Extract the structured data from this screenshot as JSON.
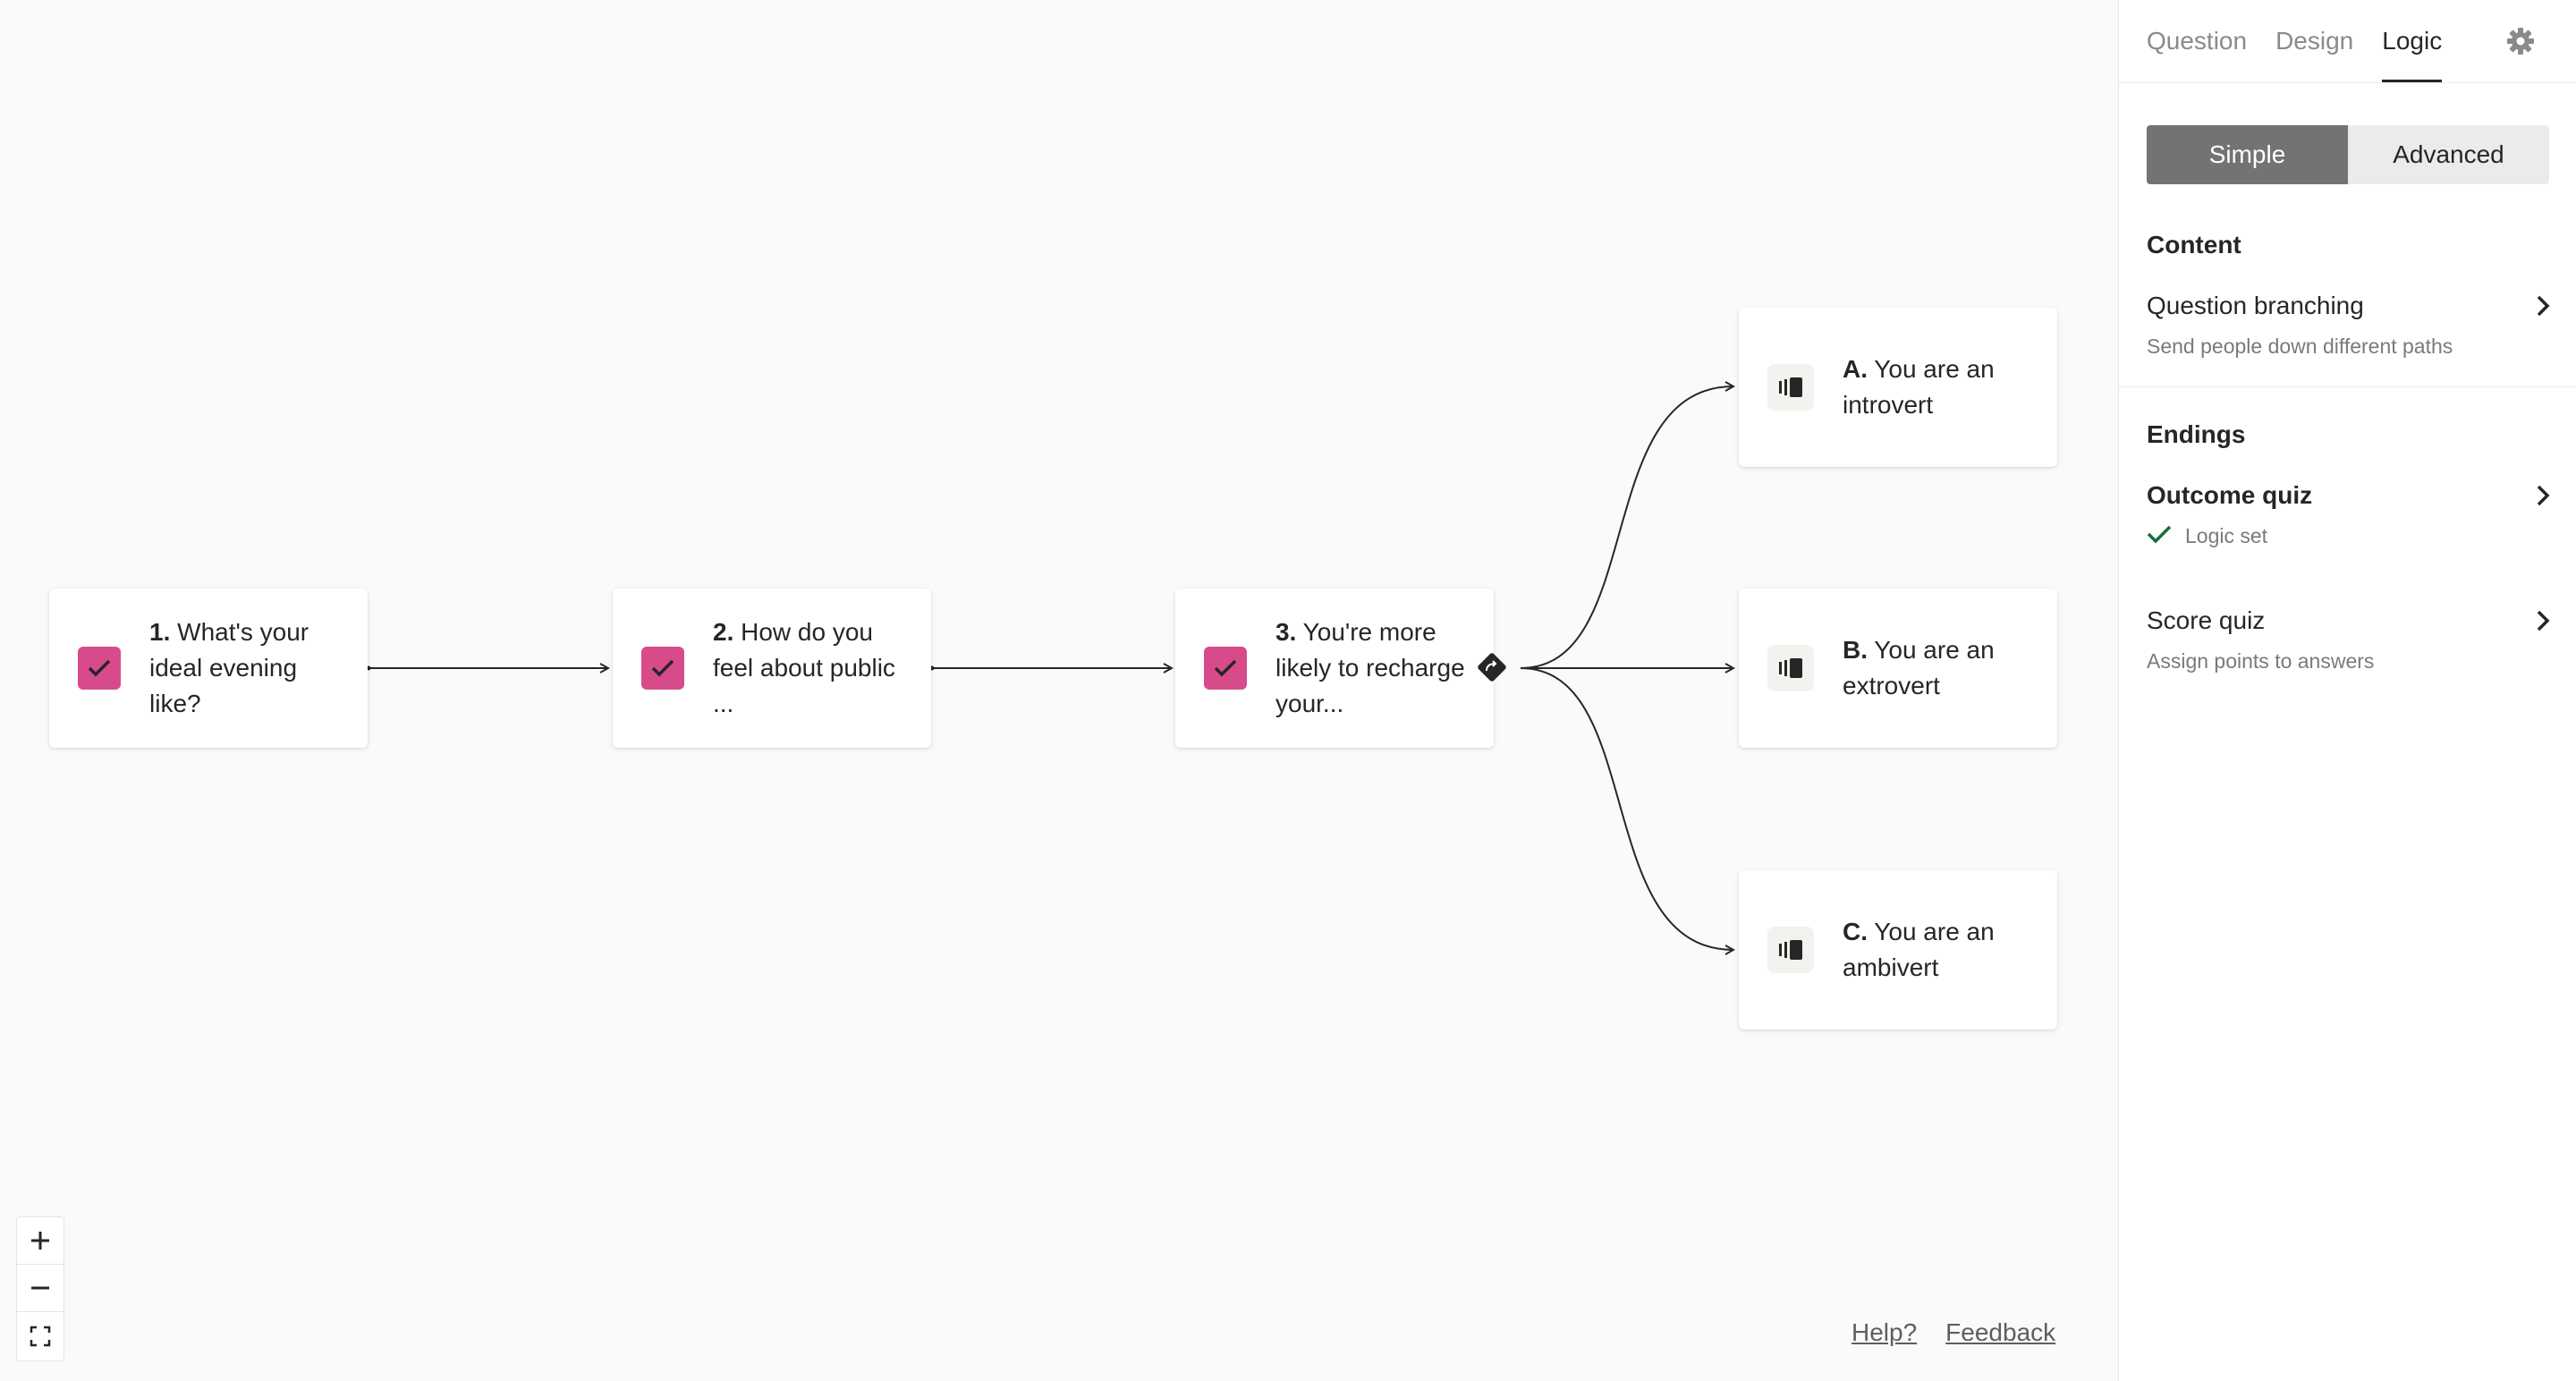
{
  "canvas": {
    "questions": [
      {
        "number": "1.",
        "text": "What's your ideal evening like?"
      },
      {
        "number": "2.",
        "text": "How do you feel about public ..."
      },
      {
        "number": "3.",
        "text": "You're more likely to recharge your..."
      }
    ],
    "endings": [
      {
        "letter": "A.",
        "text": "You are an introvert"
      },
      {
        "letter": "B.",
        "text": "You are an extrovert"
      },
      {
        "letter": "C.",
        "text": "You are an ambivert"
      }
    ],
    "zoom": {
      "in_label": "+",
      "out_label": "−"
    },
    "footer": {
      "help": "Help?",
      "feedback": "Feedback"
    }
  },
  "panel": {
    "tabs": [
      {
        "label": "Question",
        "active": false
      },
      {
        "label": "Design",
        "active": false
      },
      {
        "label": "Logic",
        "active": true
      }
    ],
    "mode": {
      "simple": "Simple",
      "advanced": "Advanced",
      "selected": "Simple"
    },
    "content": {
      "title": "Content",
      "question_branching": {
        "title": "Question branching",
        "subtitle": "Send people down different paths"
      }
    },
    "endings": {
      "title": "Endings",
      "outcome_quiz": {
        "title": "Outcome quiz",
        "status": "Logic set"
      },
      "score_quiz": {
        "title": "Score quiz",
        "subtitle": "Assign points to answers"
      }
    }
  },
  "colors": {
    "accent_pink": "#d74b8b",
    "check_green": "#1a6b3c",
    "selected_segment": "#737373"
  }
}
